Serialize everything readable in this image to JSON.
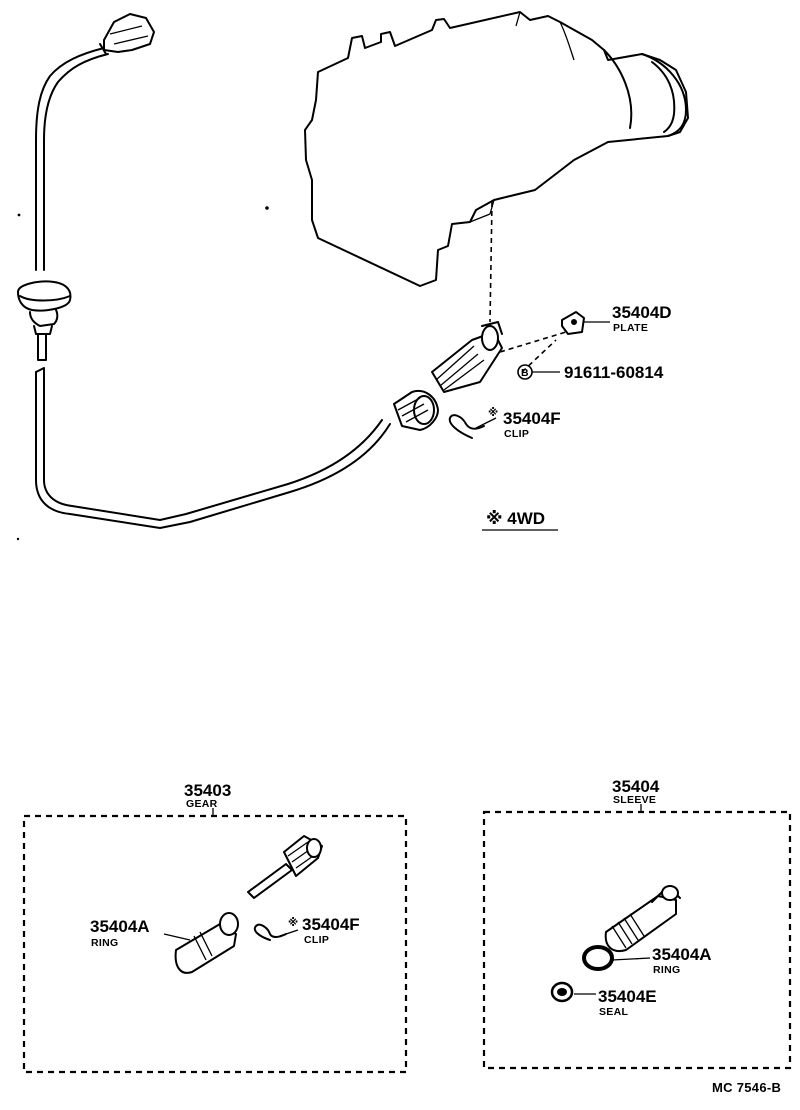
{
  "labels": {
    "plate_pn": "35404D",
    "plate_name": "PLATE",
    "bolt_marker": "B",
    "bolt_pn": "91611-60814",
    "clip_mark": "※",
    "clip_pn": "35404F",
    "clip_name": "CLIP",
    "wd_note": "※ 4WD",
    "gear_pn": "35403",
    "gear_name": "GEAR",
    "ring_pn": "35404A",
    "ring_name": "RING",
    "clip2_mark": "※",
    "clip2_pn": "35404F",
    "clip2_name": "CLIP",
    "sleeve_pn": "35404",
    "sleeve_name": "SLEEVE",
    "ring2_pn": "35404A",
    "ring2_name": "RING",
    "seal_pn": "35404E",
    "seal_name": "SEAL",
    "figure_code": "MC 7546-B"
  }
}
